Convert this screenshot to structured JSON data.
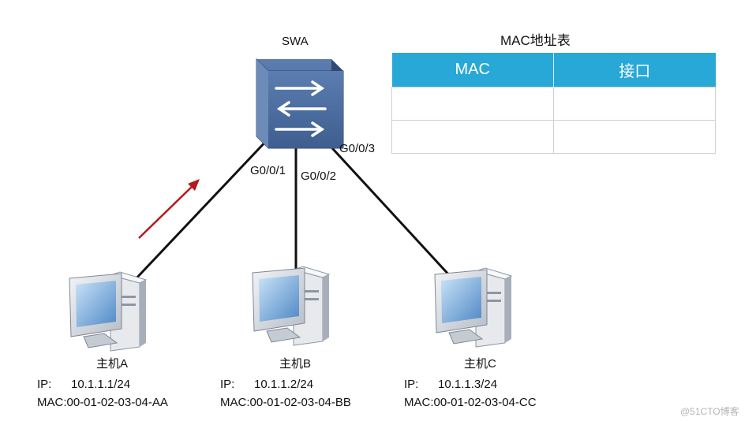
{
  "switch": {
    "name": "SWA"
  },
  "ports": {
    "g1": "G0/0/1",
    "g2": "G0/0/2",
    "g3": "G0/0/3"
  },
  "mac_table": {
    "title": "MAC地址表",
    "headers": [
      "MAC",
      "接口"
    ],
    "rows": [
      [
        "",
        ""
      ],
      [
        "",
        ""
      ]
    ]
  },
  "hosts": [
    {
      "name": "主机A",
      "ip_label": "IP:",
      "ip": "10.1.1.1/24",
      "mac": "MAC:00-01-02-03-04-AA"
    },
    {
      "name": "主机B",
      "ip_label": "IP:",
      "ip": "10.1.1.2/24",
      "mac": "MAC:00-01-02-03-04-BB"
    },
    {
      "name": "主机C",
      "ip_label": "IP:",
      "ip": "10.1.1.3/24",
      "mac": "MAC:00-01-02-03-04-CC"
    }
  ],
  "watermark": "@51CTO博客",
  "colors": {
    "switch_body": "#4a6b9c",
    "arrow": "#b3191f",
    "table_header": "#27a8d6"
  }
}
